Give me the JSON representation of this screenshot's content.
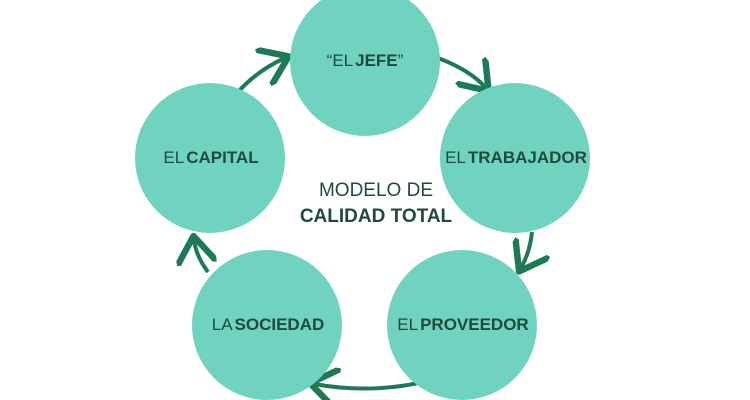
{
  "diagram": {
    "center": {
      "line1": "MODELO DE",
      "line2": "CALIDAD TOTAL"
    },
    "nodes": {
      "jefe": {
        "prefix": "“EL",
        "bold": "JEFE",
        "suffix": "”"
      },
      "trabajador": {
        "prefix": "EL",
        "bold": "TRABAJADOR",
        "suffix": ""
      },
      "proveedor": {
        "prefix": "EL",
        "bold": "PROVEEDOR",
        "suffix": ""
      },
      "sociedad": {
        "prefix": "LA",
        "bold": "SOCIEDAD",
        "suffix": ""
      },
      "capital": {
        "prefix": "EL",
        "bold": "CAPITAL",
        "suffix": ""
      }
    },
    "colors": {
      "circle": "#6fd3bf",
      "arrow": "#1e7a55",
      "text": "#1f4a3e"
    }
  }
}
